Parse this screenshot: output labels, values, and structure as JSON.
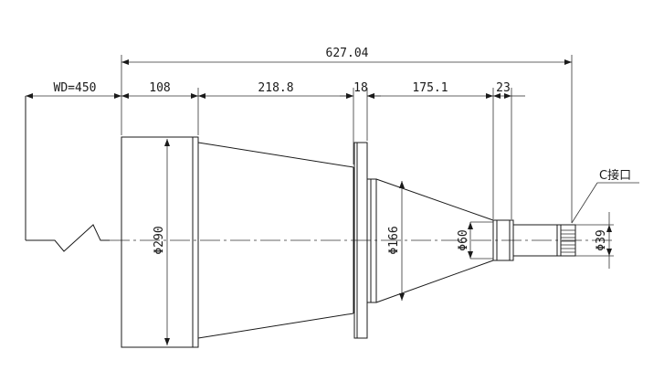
{
  "dimensions": {
    "total_length": "627.04",
    "working_distance": "WD=450",
    "segment_front_barrel": "108",
    "segment_cone": "218.8",
    "segment_flange": "18",
    "segment_rear_cone": "175.1",
    "segment_rear_barrel": "23",
    "dia_front": "Φ290",
    "dia_mid": "Φ166",
    "dia_neck": "Φ60",
    "dia_mount": "Φ39"
  },
  "labels": {
    "mount_type": "C接口"
  },
  "colors": {
    "line": "#1a1a1a",
    "background": "#ffffff"
  }
}
